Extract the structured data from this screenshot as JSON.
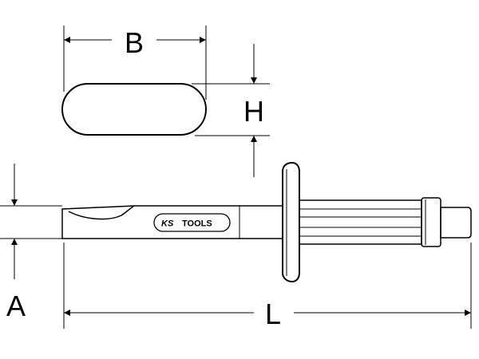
{
  "dimensions": {
    "width_label": "B",
    "height_label": "H",
    "blade_label": "A",
    "length_label": "L"
  },
  "logo": {
    "text_ks": "KS",
    "text_tools": "TOOLS"
  },
  "colors": {
    "line": "#000000",
    "background": "#ffffff"
  }
}
